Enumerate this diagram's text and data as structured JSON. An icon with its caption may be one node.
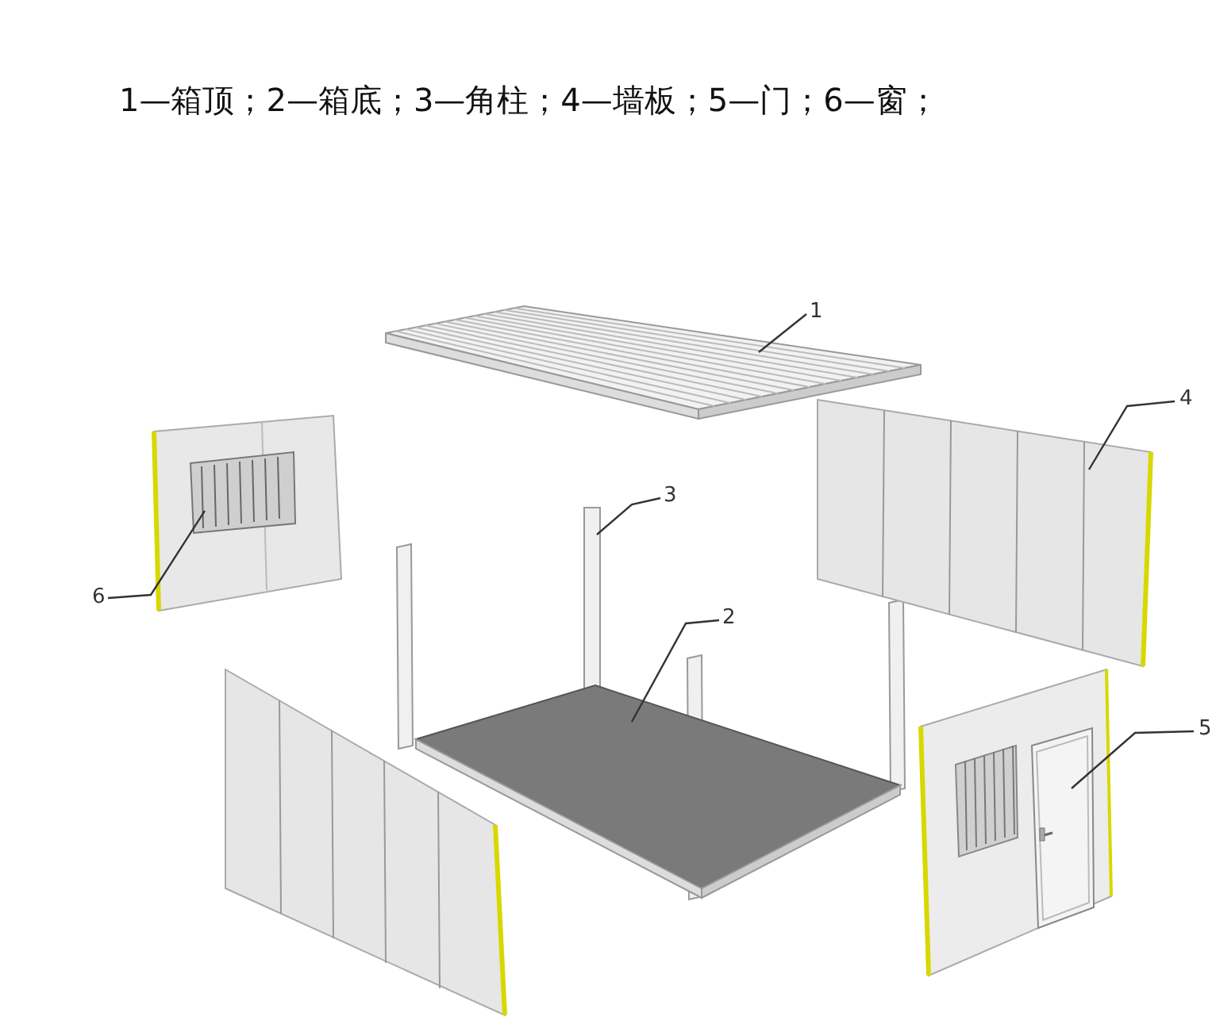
{
  "diagram": {
    "title": "1—箱顶；2—箱底；3—角柱；4—墙板；5—门；6—窗；",
    "nodes": [
      {
        "text": [
          "1"
        ]
      },
      {
        "text": [],
        "shape": "picture"
      },
      {
        "text": [
          "4"
        ]
      },
      {
        "text": [],
        "shape": "picture"
      },
      {
        "text": [
          "3"
        ]
      },
      {
        "text": [],
        "shape": "bar"
      },
      {
        "text": [
          "6"
        ]
      },
      {
        "text": [],
        "shape": "picture"
      },
      {
        "text": [
          "2"
        ]
      },
      {
        "text": [],
        "shape": "picture"
      },
      {
        "text": [
          "5"
        ]
      },
      {
        "text": [],
        "shape": "picture"
      }
    ],
    "edges": [
      {
        "from": 0,
        "to": 1,
        "arrow": "none"
      },
      {
        "from": 2,
        "to": 3,
        "arrow": "none"
      },
      {
        "from": 4,
        "to": 5,
        "arrow": "none"
      },
      {
        "from": 6,
        "to": 7,
        "arrow": "none"
      },
      {
        "from": 8,
        "to": 9,
        "arrow": "none"
      },
      {
        "from": 10,
        "to": 11,
        "arrow": "none"
      }
    ]
  }
}
